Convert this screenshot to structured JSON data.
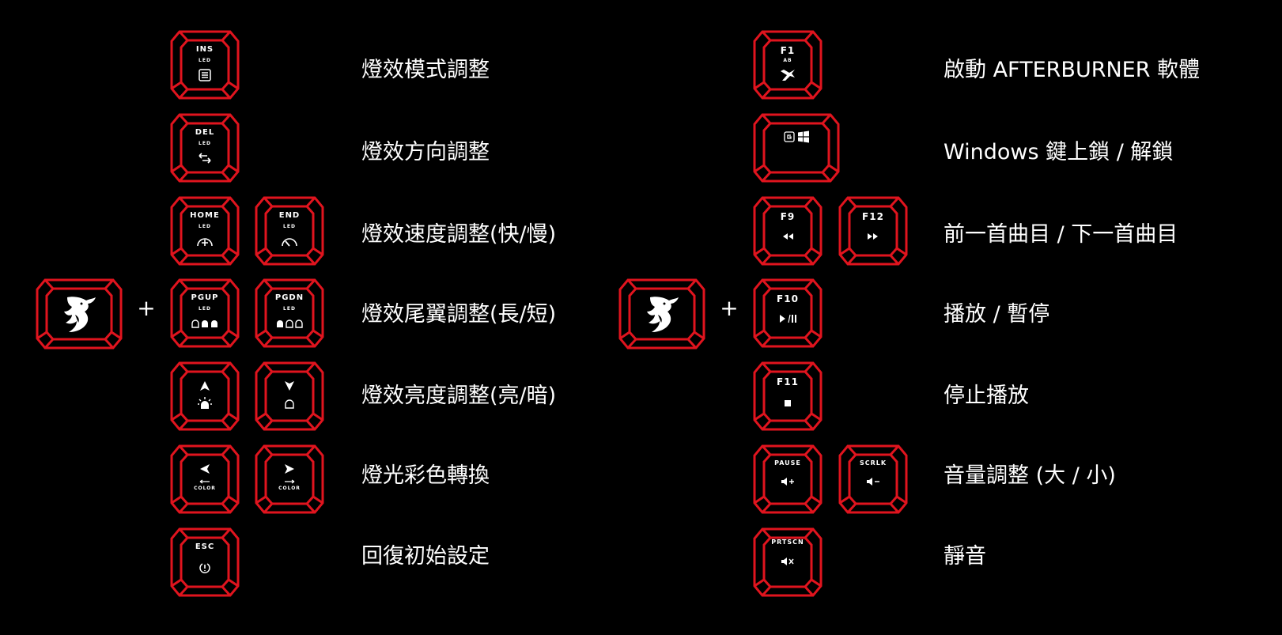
{
  "plus_sign": "+",
  "left": {
    "descriptions": [
      "燈效模式調整",
      "燈效方向調整",
      "燈效速度調整(快/慢)",
      "燈效尾翼調整(長/短)",
      "燈效亮度調整(亮/暗)",
      "燈光彩色轉換",
      "回復初始設定"
    ],
    "keys": {
      "ins": {
        "name": "INS",
        "sub": "LED"
      },
      "del": {
        "name": "DEL",
        "sub": "LED"
      },
      "home": {
        "name": "HOME",
        "sub": "LED"
      },
      "end": {
        "name": "END",
        "sub": "LED"
      },
      "pgup": {
        "name": "PGUP",
        "sub": "LED"
      },
      "pgdn": {
        "name": "PGDN",
        "sub": "LED"
      },
      "left": {
        "sub": "COLOR"
      },
      "right": {
        "sub": "COLOR"
      },
      "esc": {
        "name": "ESC"
      }
    }
  },
  "right": {
    "descriptions": [
      "啟動 AFTERBURNER 軟體",
      "Windows 鍵上鎖 / 解鎖",
      "前一首曲目 / 下一首曲目",
      "播放 / 暫停",
      "停止播放",
      "音量調整 (大 / 小)",
      "靜音"
    ],
    "keys": {
      "f1": {
        "name": "F1",
        "sub": "AB"
      },
      "f9": {
        "name": "F9"
      },
      "f12": {
        "name": "F12"
      },
      "f10": {
        "name": "F10"
      },
      "f11": {
        "name": "F11"
      },
      "pause": {
        "name": "PAUSE"
      },
      "scrlk": {
        "name": "SCRLK"
      },
      "prtscn": {
        "name": "PRTSCN"
      }
    }
  },
  "colors": {
    "frame": "#e0141e",
    "text": "#ffffff",
    "background": "#000000"
  },
  "icons": [
    "msi-dragon-icon",
    "mode-list-icon",
    "direction-arrows-icon",
    "speed-up-icon",
    "speed-down-icon",
    "tail-long-icon",
    "tail-short-icon",
    "brightness-up-icon",
    "brightness-down-icon",
    "color-prev-icon",
    "color-next-icon",
    "reset-icon",
    "afterburner-icon",
    "gaming-mode-icon",
    "windows-icon",
    "previous-track-icon",
    "next-track-icon",
    "play-pause-icon",
    "stop-icon",
    "volume-up-icon",
    "volume-down-icon",
    "mute-icon"
  ]
}
